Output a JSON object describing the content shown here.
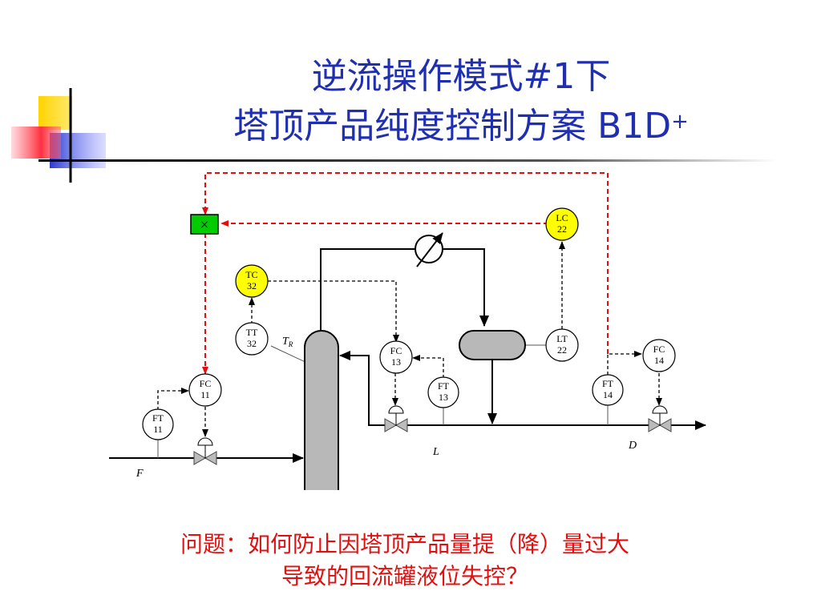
{
  "slide": {
    "title_line1": "逆流操作模式#1下",
    "title_line2": "塔顶产品纯度控制方案 B1D",
    "title_sup": "+",
    "question_line1": "问题：如何防止因塔顶产品量提（降）量过大",
    "question_line2": "导致的回流罐液位失控？"
  },
  "instruments": {
    "tc32": [
      "TC",
      "32"
    ],
    "tt32": [
      "TT",
      "32"
    ],
    "lc22": [
      "LC",
      "22"
    ],
    "lt22": [
      "LT",
      "22"
    ],
    "fc11": [
      "FC",
      "11"
    ],
    "ft11": [
      "FT",
      "11"
    ],
    "fc13": [
      "FC",
      "13"
    ],
    "ft13": [
      "FT",
      "13"
    ],
    "fc14": [
      "FC",
      "14"
    ],
    "ft14": [
      "FT",
      "14"
    ]
  },
  "streams": {
    "feed": "F",
    "reflux": "L",
    "distillate": "D",
    "temp_label": "T",
    "temp_sub": "R",
    "multiplier": "×"
  },
  "colors": {
    "title": "#1f2fb0",
    "question": "#e01010",
    "controller_fill": "#ffff00",
    "multiplier_fill": "#00cc00",
    "signal_red": "#e01010",
    "vessel_fill": "#b8b8b8"
  }
}
